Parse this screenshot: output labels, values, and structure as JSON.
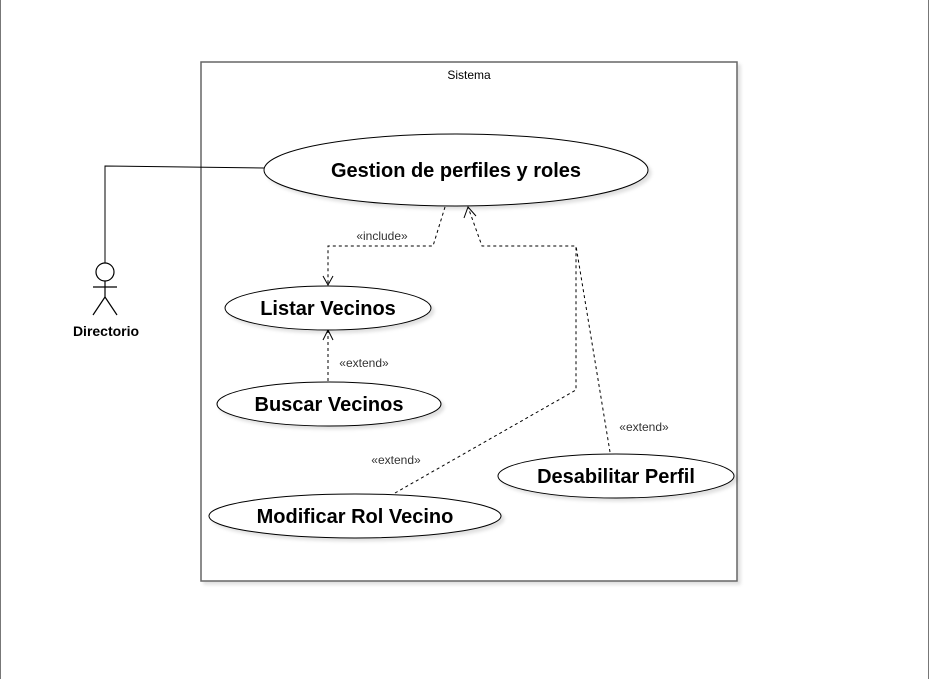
{
  "system": {
    "title": "Sistema"
  },
  "actor": {
    "name": "Directorio"
  },
  "use_cases": {
    "gestion": "Gestion de perfiles y roles",
    "listar": "Listar Vecinos",
    "buscar": "Buscar Vecinos",
    "modificar": "Modificar Rol Vecino",
    "desabilitar": "Desabilitar Perfil"
  },
  "relations": {
    "include_listar": "«include»",
    "extend_buscar": "«extend»",
    "extend_modificar": "«extend»",
    "extend_desabilitar": "«extend»"
  }
}
